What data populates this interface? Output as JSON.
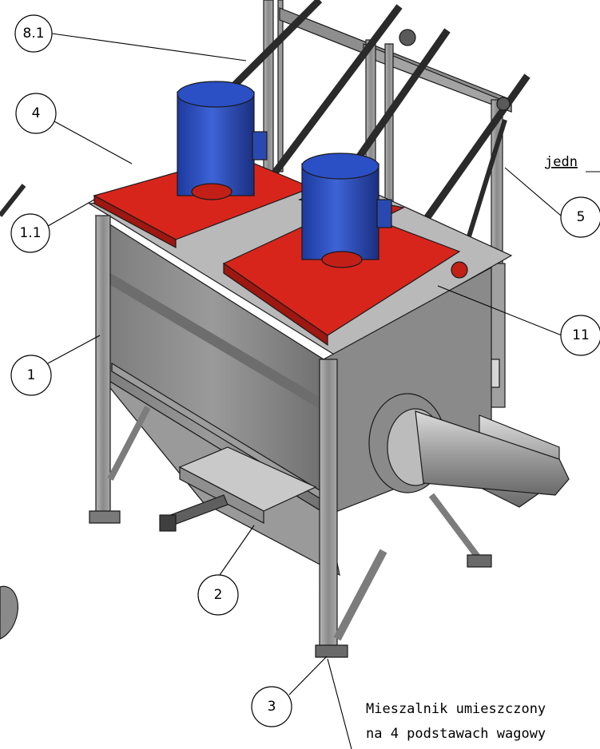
{
  "callouts": [
    {
      "id": "c81",
      "label": "8.1"
    },
    {
      "id": "c4",
      "label": "4"
    },
    {
      "id": "c11a",
      "label": "1.1"
    },
    {
      "id": "c1",
      "label": "1"
    },
    {
      "id": "c5",
      "label": "5"
    },
    {
      "id": "c11",
      "label": "11"
    },
    {
      "id": "c2",
      "label": "2"
    },
    {
      "id": "c3",
      "label": "3"
    }
  ],
  "note": {
    "line1": "Mieszalnik umieszczony",
    "line2": "na 4 podstawach wagowy"
  },
  "side_note": "jedn",
  "colors": {
    "motor_blue": "#2e4fb8",
    "lid_red": "#d8251c",
    "frame_gray": "#8e8e8e",
    "body_gray": "#7f7f7f"
  }
}
